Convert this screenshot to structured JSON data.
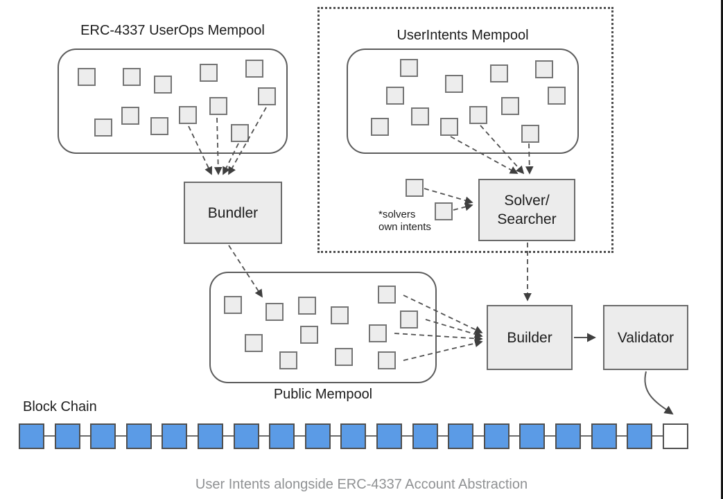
{
  "caption": "User Intents alongside ERC-4337 Account Abstraction",
  "colors": {
    "block_blue": "#5b9be6",
    "block_pending_fill": "#ffffff",
    "square_fill": "#ededed",
    "box_fill": "#ececec",
    "line_color": "#4f4f4f",
    "caption_color": "#8f9193"
  },
  "nodes": {
    "userops_mempool": {
      "label": "ERC-4337 UserOps Mempool",
      "square_count": 12
    },
    "userintents_mempool": {
      "label": "UserIntents Mempool",
      "square_count": 12
    },
    "bundler": {
      "label": "Bundler"
    },
    "solver": {
      "label_line1": "Solver/",
      "label_line2": "Searcher"
    },
    "solver_note": {
      "line1": "*solvers",
      "line2": "own intents"
    },
    "solver_own_intents_squares": 2,
    "public_mempool": {
      "label": "Public Mempool",
      "square_count": 12
    },
    "builder": {
      "label": "Builder"
    },
    "validator": {
      "label": "Validator"
    },
    "blockchain": {
      "label": "Block Chain",
      "confirmed_blocks": 18,
      "pending_blocks": 1
    }
  },
  "edges": [
    {
      "from": "userops_mempool",
      "to": "bundler",
      "style": "dashed",
      "count": 4
    },
    {
      "from": "bundler",
      "to": "public_mempool",
      "style": "dashed",
      "count": 1
    },
    {
      "from": "userintents_mempool",
      "to": "solver",
      "style": "dashed",
      "count": 3
    },
    {
      "from": "solver_own_intents",
      "to": "solver",
      "style": "dashed",
      "count": 2
    },
    {
      "from": "solver",
      "to": "builder",
      "style": "dashed",
      "count": 1
    },
    {
      "from": "public_mempool",
      "to": "builder",
      "style": "dashed",
      "count": 4
    },
    {
      "from": "builder",
      "to": "validator",
      "style": "solid",
      "count": 1
    },
    {
      "from": "validator",
      "to": "pending_block",
      "style": "solid-curved",
      "count": 1
    }
  ]
}
